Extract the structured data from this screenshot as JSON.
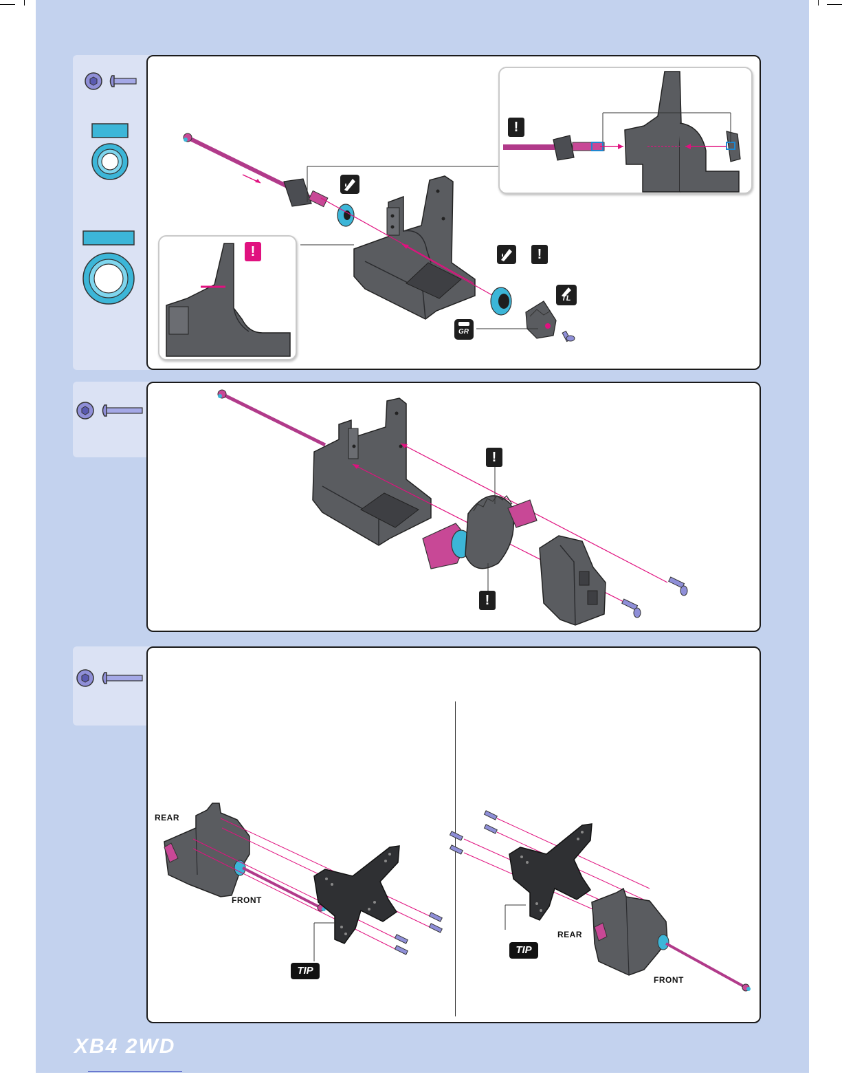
{
  "brand": {
    "model_name": "XB4 2WD"
  },
  "colors": {
    "page_background": "#c3d2ee",
    "accent_magenta": "#e0117f",
    "part_gray": "#5a5c60",
    "bearing_cyan": "#3cb6d8",
    "screw_blue": "#7f86d6"
  },
  "steps": [
    {
      "parts_icons": [
        "hex-screw-short-icon",
        "small-bearing-icon",
        "large-bearing-icon"
      ],
      "callouts": [
        "!",
        "!",
        "!"
      ],
      "tool_icons": [
        "oil-drop-icon",
        "oil-drop-icon",
        "threadlock-icon",
        "grease-icon"
      ],
      "tool_labels": {
        "threadlock": "TL",
        "grease": "GR"
      }
    },
    {
      "parts_icons": [
        "hex-screw-long-icon"
      ],
      "callouts": [
        "!",
        "!"
      ]
    },
    {
      "parts_icons": [
        "hex-screw-long-icon"
      ],
      "tip_labels": [
        "TIP",
        "TIP"
      ],
      "left_view": {
        "rear_label": "REAR",
        "front_label": "FRONT"
      },
      "right_view": {
        "rear_label": "REAR",
        "front_label": "FRONT"
      }
    }
  ]
}
